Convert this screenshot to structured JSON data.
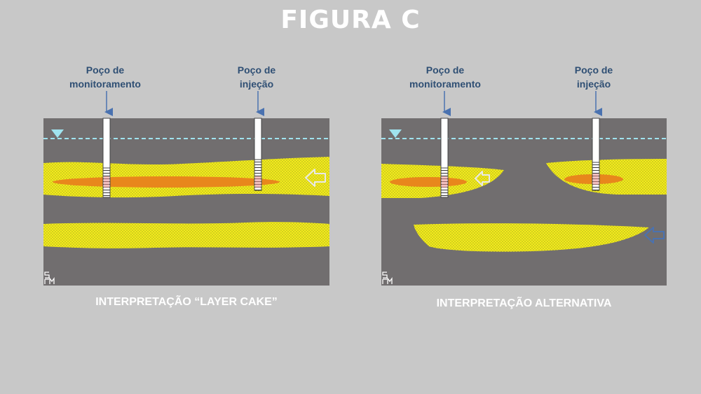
{
  "title": "FIGURA C",
  "left_panel": {
    "monitoring_well_label": [
      "Poço de",
      "monitoramento"
    ],
    "injection_well_label": [
      "Poço de",
      "injeção"
    ],
    "caption": "INTERPRETAÇÃO “LAYER CAKE”",
    "logo": "SFM"
  },
  "right_panel": {
    "monitoring_well_label": [
      "Poço de",
      "monitoramento"
    ],
    "injection_well_label": [
      "Poço de",
      "injeção"
    ],
    "caption": "INTERPRETAÇÃO ALTERNATIVA",
    "logo": "SFM"
  },
  "colors": {
    "background": "#c8c8c8",
    "ground": "#716e6f",
    "sand": "#f2ec1c",
    "plume": "#e8871c",
    "water_table": "#9fe3ee",
    "label": "#2f4f74",
    "arrow": "#4a72b0"
  }
}
